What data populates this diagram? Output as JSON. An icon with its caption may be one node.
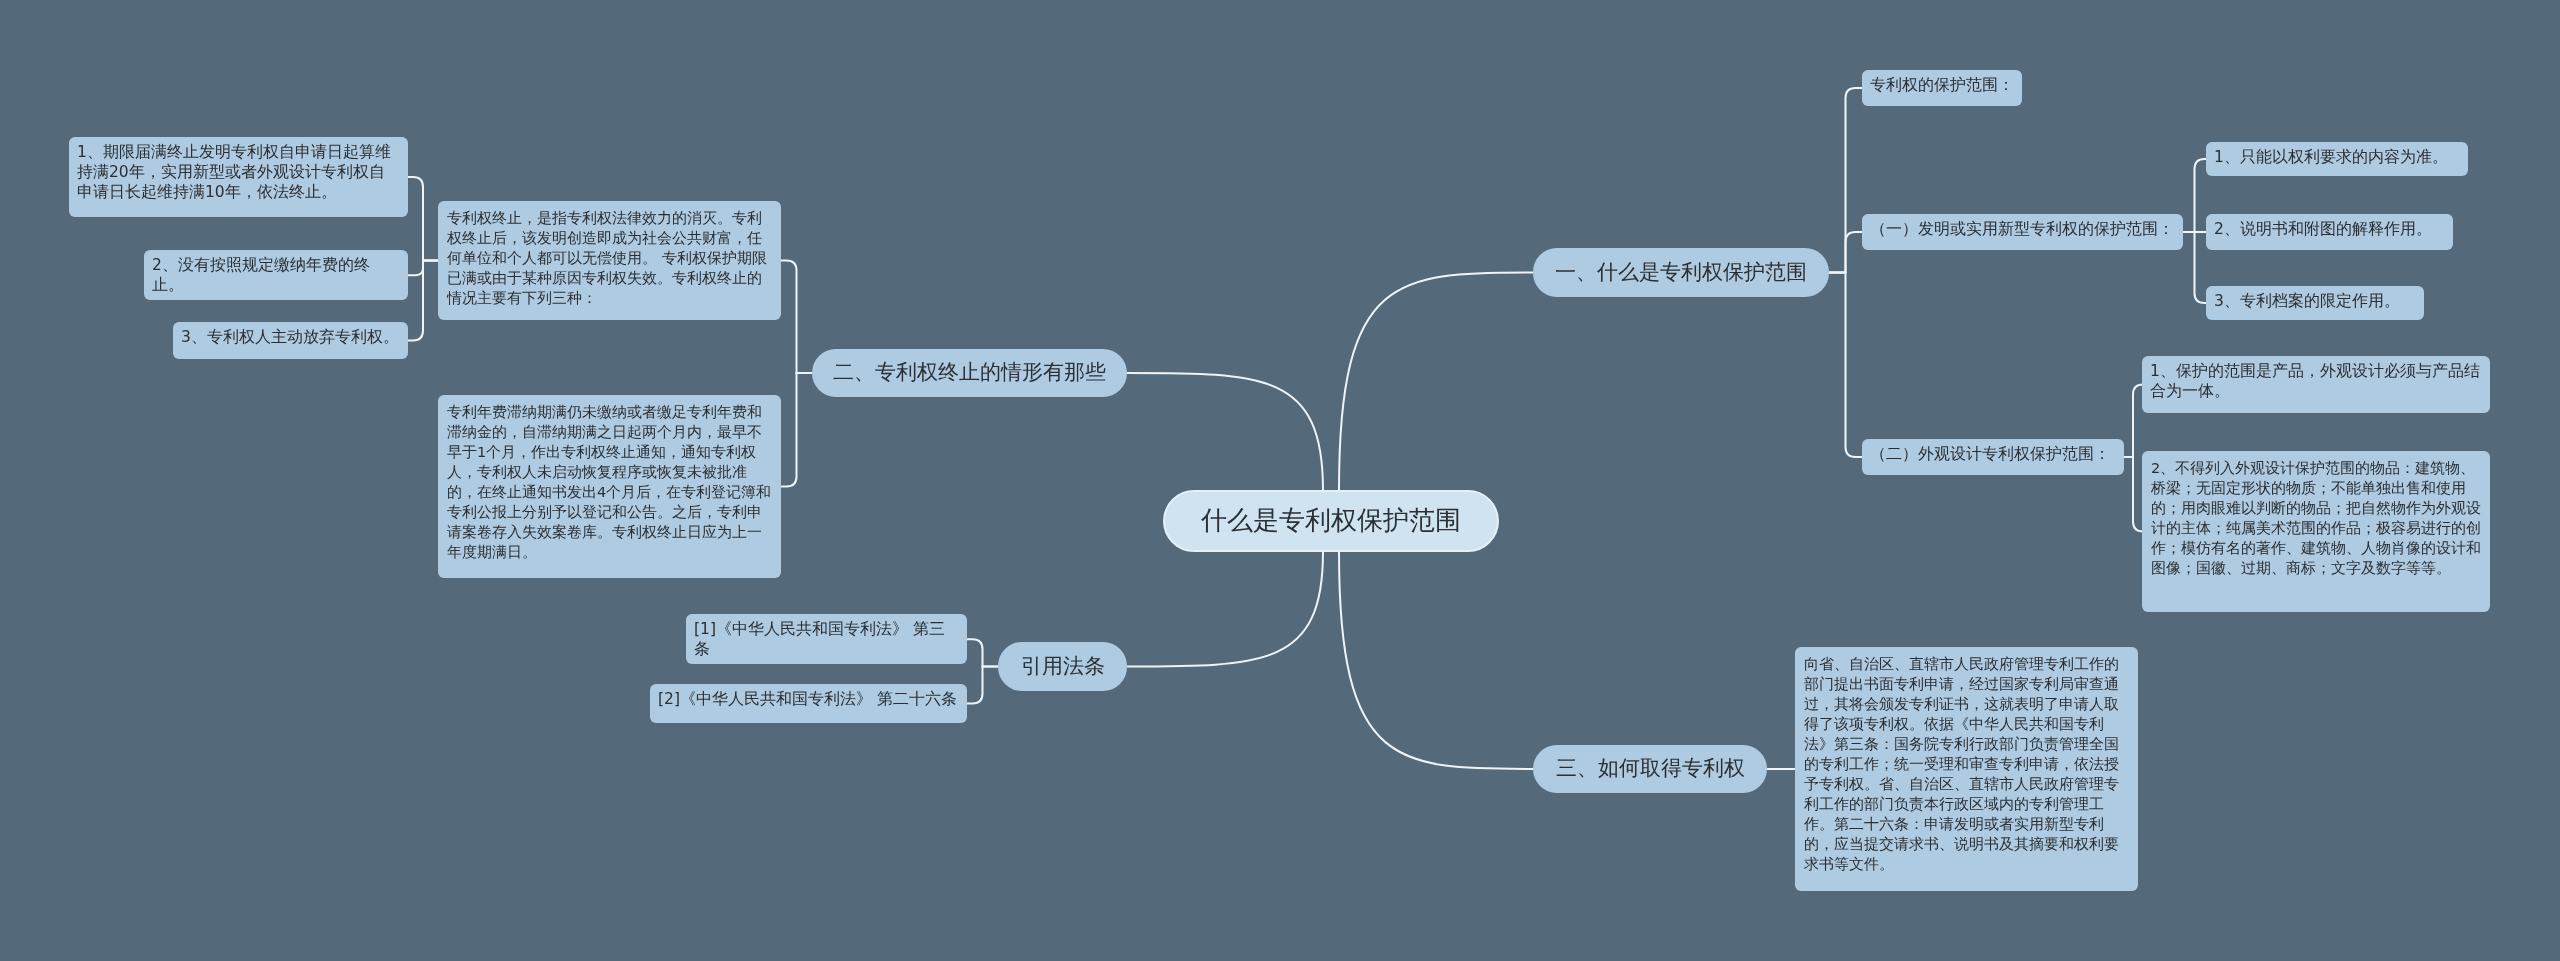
{
  "diagram": {
    "nodes": [
      {
        "text": [
          "什么是专利权保护范围"
        ]
      },
      {
        "text": [
          "一、什么是专利权保护范围"
        ]
      },
      {
        "text": [
          "专利权的保护范围："
        ]
      },
      {
        "text": [
          "（一）发明或实用新型专利权的保护范围："
        ]
      },
      {
        "text": [
          "1、只能以权利要求的内容为准。"
        ]
      },
      {
        "text": [
          "2、说明书和附图的解释作用。"
        ]
      },
      {
        "text": [
          "3、专利档案的限定作用。"
        ]
      },
      {
        "text": [
          "（二）外观设计专利权保护范围："
        ]
      },
      {
        "text": [
          "1、保护的范围是产品，外观设计必须与产品结合为一体。"
        ]
      },
      {
        "text": [
          "2、不得列入外观设计保护范围的物品：建筑物、桥梁；无固定形状的物质；不能单独出售和使用的；用肉眼难以判断的物品；把自然物作为外观设计的主体；纯属美术范围的作品；极容易进行的创作；模仿有名的著作、建筑物、人物肖像的设计和图像；国徽、过期、商标；文字及数字等等。"
        ]
      },
      {
        "text": [
          "二、专利权终止的情形有那些"
        ]
      },
      {
        "text": [
          "专利权终止，是指专利权法律效力的消灭。专利权终止后，该发明创造即成为社会公共财富，任何单位和个人都可以无偿使用。 专利权保护期限已满或由于某种原因专利权失效。专利权终止的情况主要有下列三种："
        ]
      },
      {
        "text": [
          "1、期限届满终止发明专利权自申请日起算维持满20年，实用新型或者外观设计专利权自申请日长起维持满10年，依法终止。"
        ]
      },
      {
        "text": [
          "2、没有按照规定缴纳年费的终止。"
        ]
      },
      {
        "text": [
          "3、专利权人主动放弃专利权。"
        ]
      },
      {
        "text": [
          "专利年费滞纳期满仍未缴纳或者缴足专利年费和滞纳金的，自滞纳期满之日起两个月内，最早不早于1个月，作出专利权终止通知，通知专利权人，专利权人未启动恢复程序或恢复未被批准的，在终止通知书发出4个月后，在专利登记簿和专利公报上分别予以登记和公告。之后，专利申请案卷存入失效案卷库。专利权终止日应为上一年度期满日。"
        ]
      },
      {
        "text": [
          "引用法条"
        ]
      },
      {
        "text": [
          "[1]《中华人民共和国专利法》 第三条"
        ]
      },
      {
        "text": [
          "[2]《中华人民共和国专利法》 第二十六条"
        ]
      },
      {
        "text": [
          "三、如何取得专利权"
        ]
      },
      {
        "text": [
          "向省、自治区、直辖市人民政府管理专利工作的部门提出书面专利申请，经过国家专利局审查通过，其将会颁发专利证书，这就表明了申请人取得了该项专利权。依据《中华人民共和国专利法》第三条：国务院专利行政部门负责管理全国的专利工作；统一受理和审查专利申请，依法授予专利权。省、自治区、直辖市人民政府管理专利工作的部门负责本行政区域内的专利管理工作。第二十六条：申请发明或者实用新型专利的，应当提交请求书、说明书及其摘要和权利要求书等文件。"
        ]
      }
    ],
    "edges": [
      {
        "from": 0,
        "to": 1,
        "arrow": "none"
      },
      {
        "from": 1,
        "to": 2,
        "arrow": "none"
      },
      {
        "from": 1,
        "to": 3,
        "arrow": "none"
      },
      {
        "from": 3,
        "to": 4,
        "arrow": "none"
      },
      {
        "from": 3,
        "to": 5,
        "arrow": "none"
      },
      {
        "from": 3,
        "to": 6,
        "arrow": "none"
      },
      {
        "from": 1,
        "to": 7,
        "arrow": "none"
      },
      {
        "from": 7,
        "to": 8,
        "arrow": "none"
      },
      {
        "from": 7,
        "to": 9,
        "arrow": "none"
      },
      {
        "from": 0,
        "to": 10,
        "arrow": "none"
      },
      {
        "from": 10,
        "to": 11,
        "arrow": "none"
      },
      {
        "from": 11,
        "to": 12,
        "arrow": "none"
      },
      {
        "from": 11,
        "to": 13,
        "arrow": "none"
      },
      {
        "from": 11,
        "to": 14,
        "arrow": "none"
      },
      {
        "from": 10,
        "to": 15,
        "arrow": "none"
      },
      {
        "from": 0,
        "to": 16,
        "arrow": "none"
      },
      {
        "from": 16,
        "to": 17,
        "arrow": "none"
      },
      {
        "from": 16,
        "to": 18,
        "arrow": "none"
      },
      {
        "from": 0,
        "to": 19,
        "arrow": "none"
      },
      {
        "from": 19,
        "to": 20,
        "arrow": "none"
      }
    ]
  }
}
